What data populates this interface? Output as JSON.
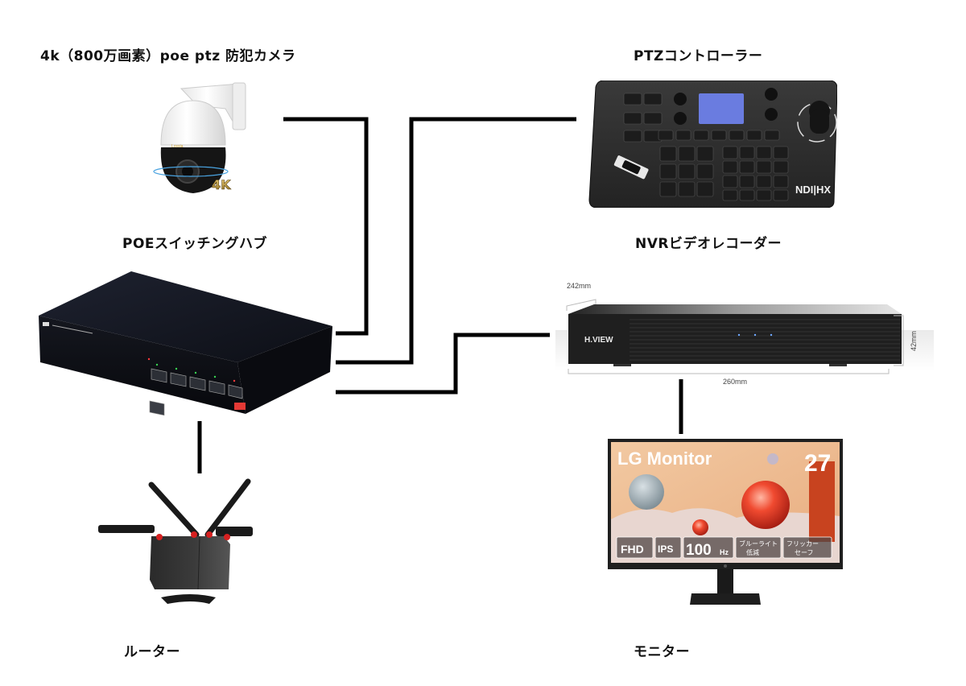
{
  "title": "PoE PTZ camera system connection diagram",
  "devices": {
    "camera": {
      "label": "4k（800万画素）poe ptz 防犯カメラ",
      "badge": "4K",
      "brand_mark": "Lossia"
    },
    "ptz_controller": {
      "label": "PTZコントローラー",
      "brand_mark": "NDI|HX"
    },
    "poe_switch": {
      "label": "POEスイッチングハブ",
      "port_count": 5
    },
    "nvr": {
      "label": "NVRビデオレコーダー",
      "brand": "H.VIEW",
      "dim_depth": "242mm",
      "dim_width": "260mm",
      "dim_height": "42mm"
    },
    "router": {
      "label": "ルーター"
    },
    "monitor": {
      "label": "モニター",
      "title": "LG Monitor",
      "size": "27",
      "features": [
        "FHD",
        "IPS",
        "100Hz",
        "ブルーライト低減",
        "フリッカーセーフ"
      ],
      "feature_100": "100",
      "feature_hz": "Hz",
      "feature_blue_1": "ブルーライト",
      "feature_blue_2": "低減",
      "feature_flicker_1": "フリッカー",
      "feature_flicker_2": "セーフ"
    }
  },
  "connections": [
    {
      "from": "poe_switch",
      "to": "camera"
    },
    {
      "from": "poe_switch",
      "to": "ptz_controller"
    },
    {
      "from": "poe_switch",
      "to": "nvr"
    },
    {
      "from": "poe_switch",
      "to": "router"
    },
    {
      "from": "nvr",
      "to": "monitor"
    }
  ]
}
